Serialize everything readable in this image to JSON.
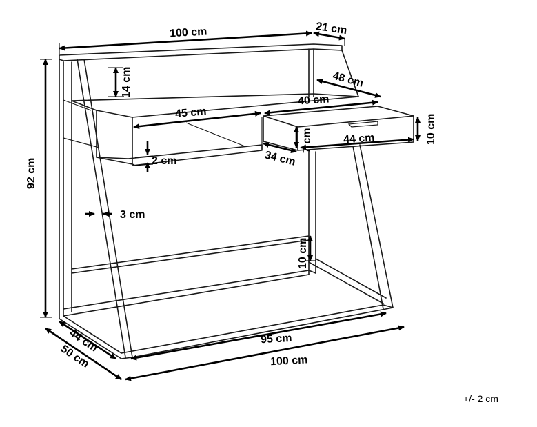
{
  "diagram": {
    "labels": {
      "width_top": "100 cm",
      "depth_top": "21 cm",
      "shelf_height": "14 cm",
      "shelf_depth": "48 cm",
      "shelf_left_width": "45 cm",
      "drawer_width": "40 cm",
      "drawer_height": "10 cm",
      "drawer_inner_height": "7 cm",
      "drawer_inner_width": "44 cm",
      "drawer_depth": "34 cm",
      "panel_thickness": "2 cm",
      "leg_width": "3 cm",
      "total_height": "92 cm",
      "footrest_height": "10 cm",
      "inner_depth": "44 cm",
      "outer_depth": "50 cm",
      "inner_width": "95 cm",
      "outer_width": "100 cm"
    },
    "tolerance": "+/- 2 cm"
  }
}
